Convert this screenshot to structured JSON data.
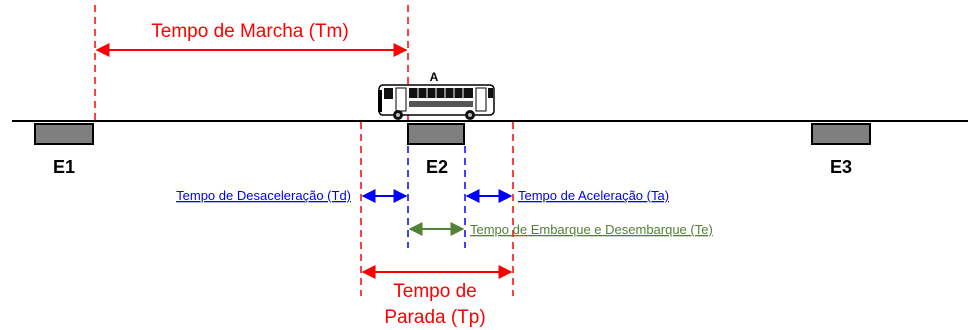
{
  "colors": {
    "red": "#ff0000",
    "blue": "#0000ff",
    "green": "#538135",
    "station_fill": "#7f7f7f",
    "line": "#000000"
  },
  "stations": {
    "e1": "E1",
    "e2": "E2",
    "e3": "E3"
  },
  "bus": {
    "label": "A"
  },
  "labels": {
    "tm": "Tempo de Marcha (Tm)",
    "td": "Tempo de Desaceleração  (Td)",
    "ta": "Tempo de Aceleração  (Ta)",
    "te": "Tempo de Embarque e Desembarque  (Te)",
    "tp_line1": "Tempo de",
    "tp_line2": "Parada (Tp)"
  }
}
